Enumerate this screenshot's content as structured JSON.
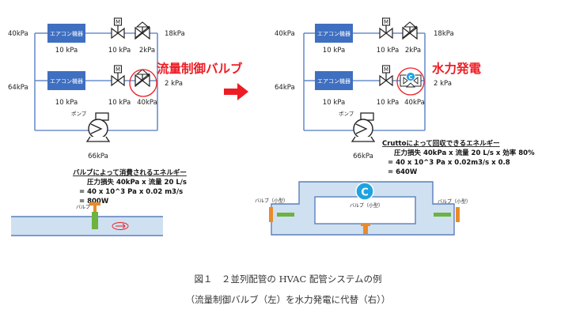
{
  "left_diagram": {
    "ac_unit_label": "エアコン機器",
    "row1": {
      "pressure_in": "40kPa",
      "ac_drop": "10 kPa",
      "valve_drop": "10 kPa",
      "control_drop": "2kPa",
      "pressure_out": "18kPa"
    },
    "row2": {
      "pressure_in": "64kPa",
      "ac_drop": "10 kPa",
      "valve_drop": "10 kPa",
      "control_drop": "40kPa",
      "pressure_out": "2 kPa"
    },
    "pump_label": "ポンプ",
    "pump_pressure": "66kPa",
    "highlight_label": "流量制御バルブ"
  },
  "right_diagram": {
    "ac_unit_label": "エアコン機器",
    "row1": {
      "pressure_in": "40kPa",
      "ac_drop": "10 kPa",
      "valve_drop": "10 kPa",
      "control_drop": "2kPa",
      "pressure_out": "18kPa"
    },
    "row2": {
      "pressure_in": "64kPa",
      "ac_drop": "10 kPa",
      "valve_drop": "10 kPa",
      "control_drop": "40kPa",
      "pressure_out": "2 kPa"
    },
    "pump_label": "ポンプ",
    "pump_pressure": "66kPa",
    "highlight_label": "水力発電",
    "turbine_letter": "C"
  },
  "left_calc": {
    "title": "バルブによって消費されるエネルギー",
    "line1": "圧力損失 40kPa x 流量 20 L/s",
    "line2": "= 40 x 10^3 Pa x 0.02 m3/s",
    "line3": "= 800W"
  },
  "right_calc": {
    "title": "Cruttoによって回収できるエネルギー",
    "line1": "圧力損失 40kPa x 流量 20 L/s x 効率 80%",
    "line2": "= 40 x 10^3 Pa x 0.02m3/s x 0.8",
    "line3": "= 640W"
  },
  "left_pipe": {
    "valve_label": "バルブ"
  },
  "right_pipe": {
    "valve_left": "バルブ（小型）",
    "valve_center": "バルブ（小型）",
    "valve_right": "バルブ（小型）",
    "turbine_letter": "C"
  },
  "caption": {
    "line1": "図１　２並列配管の HVAC 配管システムの例",
    "line2": "（流量制御バルブ（左）を水力発電に代替（右））"
  },
  "colors": {
    "ac_box": "#3f6fc0",
    "pipe_line": "#6b8fcc",
    "highlight_red": "#ee1c24",
    "turbine": "#1fa3e0",
    "valve_orange": "#e98b2a",
    "valve_green": "#6cb33f",
    "pipe_fill": "#cfe0f1",
    "pipe_border": "#5a7fbd"
  }
}
